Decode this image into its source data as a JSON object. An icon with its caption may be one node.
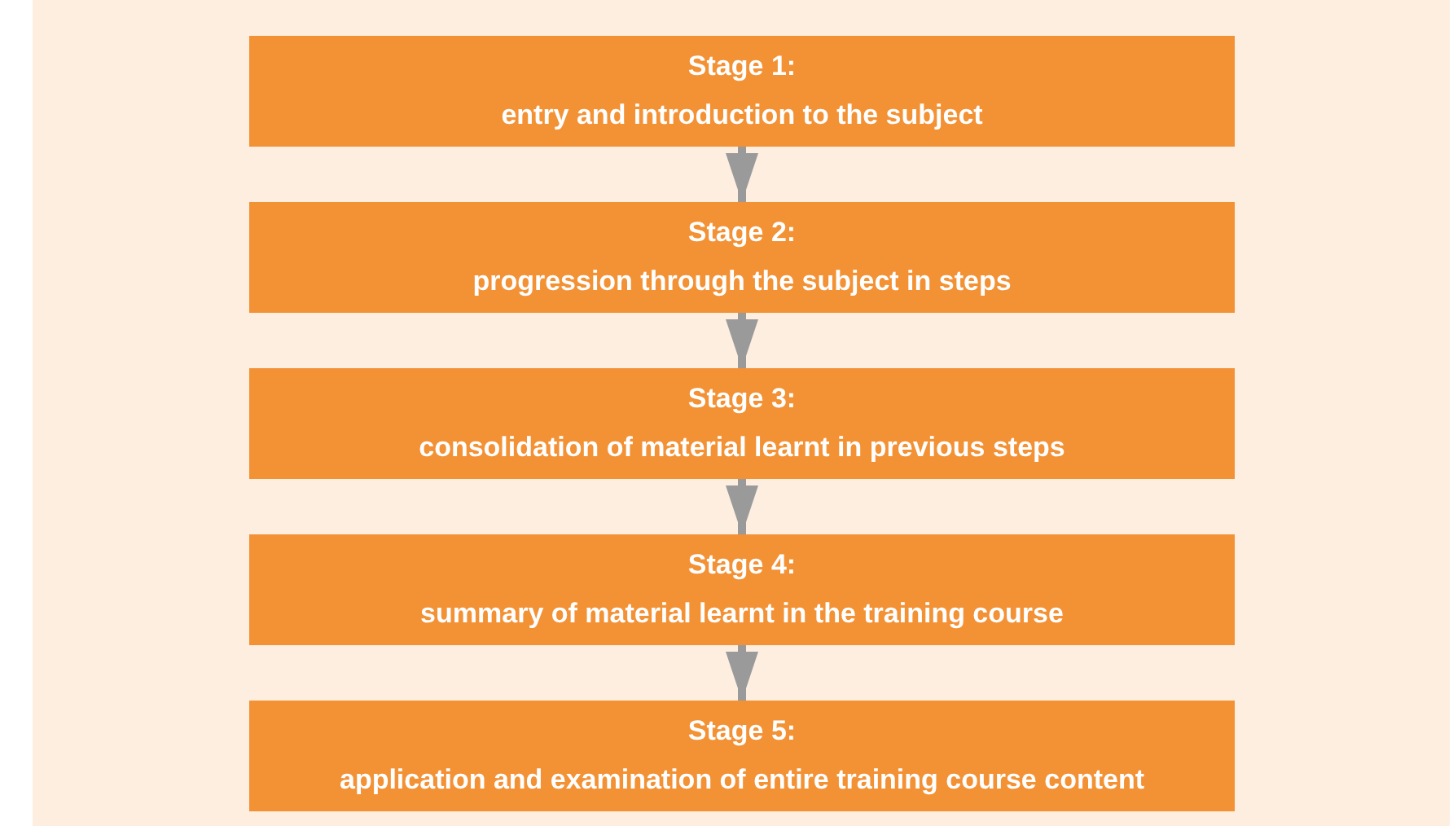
{
  "diagram": {
    "nodes": [
      {
        "text": [
          "Stage 1:",
          "entry and introduction to the subject"
        ]
      },
      {
        "text": [
          "Stage 2:",
          "progression through the subject in steps"
        ]
      },
      {
        "text": [
          "Stage 3:",
          "consolidation of material learnt in previous steps"
        ]
      },
      {
        "text": [
          "Stage 4:",
          "summary of material learnt in the training course"
        ]
      },
      {
        "text": [
          "Stage 5:",
          "application and examination of entire training course content"
        ]
      }
    ],
    "edges": [
      {
        "from": 0,
        "to": 1,
        "arrow": "to"
      },
      {
        "from": 1,
        "to": 2,
        "arrow": "to"
      },
      {
        "from": 2,
        "to": 3,
        "arrow": "to"
      },
      {
        "from": 3,
        "to": 4,
        "arrow": "to"
      }
    ]
  }
}
